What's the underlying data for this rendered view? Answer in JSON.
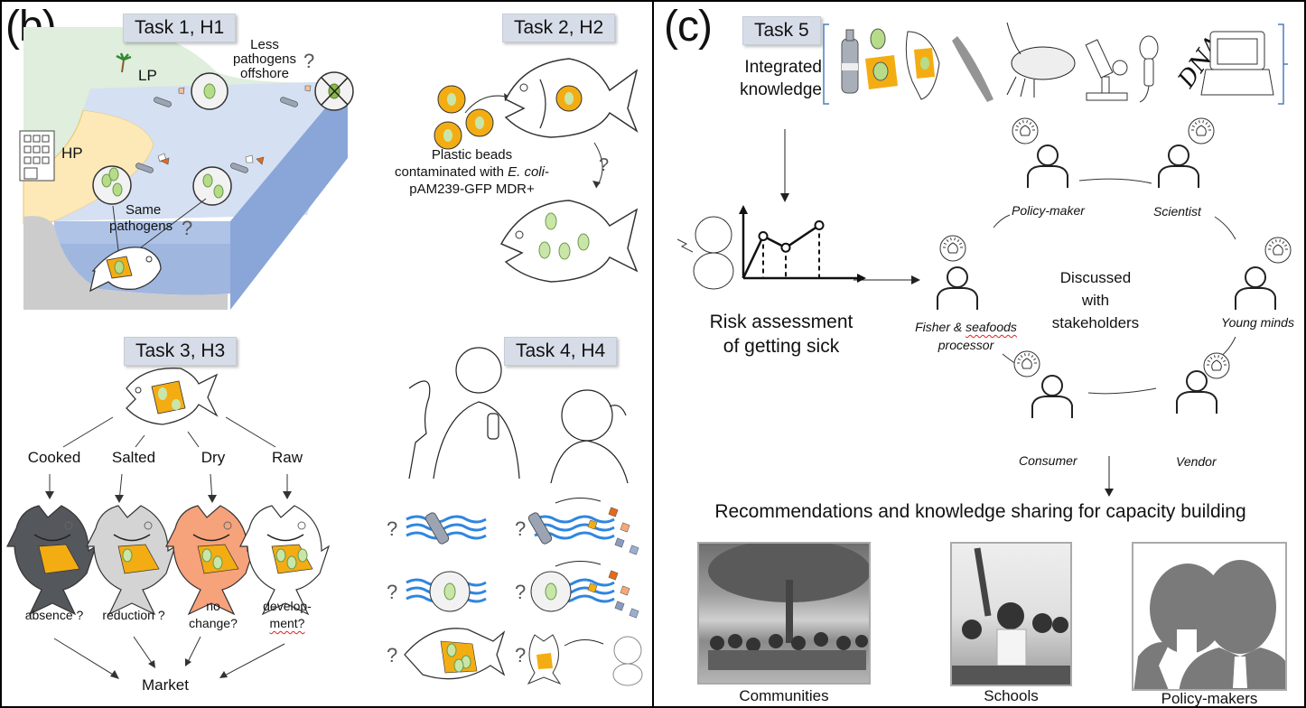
{
  "figure": {
    "panels": [
      {
        "id": "b",
        "label": "(b)"
      },
      {
        "id": "c",
        "label": "(c)"
      }
    ]
  },
  "panel_b": {
    "task1": {
      "title": "Task 1, H1",
      "low_pollution_label": "LP",
      "high_pollution_label": "HP",
      "offshore_note": [
        "Less",
        "pathogens",
        "offshore"
      ],
      "question_mark": "?",
      "same_pathogens_note": [
        "Same",
        "pathogens"
      ],
      "colors": {
        "land": "#dfeedd",
        "sand": "#fde9b8",
        "shallow_water": "#d5e0f2",
        "deep_water": "#9fb7df",
        "sea_side": "#8aa6d8",
        "rock": "#cccccc"
      }
    },
    "task2": {
      "title": "Task 2, H2",
      "caption_line1": "Plastic beads",
      "caption_line2_prefix": "contaminated with ",
      "caption_line2_italic": "E. coli",
      "caption_line2_suffix": "-",
      "caption_line3": "pAM239-GFP MDR+",
      "question_mark": "?",
      "colors": {
        "bead": "#f3ad13",
        "bacteria": "#c9e6a8"
      }
    },
    "task3": {
      "title": "Task 3, H3",
      "treatments": [
        {
          "label": "Cooked",
          "outcome": [
            "absence ?"
          ],
          "fish_color": "#54575c"
        },
        {
          "label": "Salted",
          "outcome": [
            "reduction ?"
          ],
          "fish_color": "#d4d4d4"
        },
        {
          "label": "Dry",
          "outcome": [
            "no",
            "change?"
          ],
          "fish_color": "#f6a27b"
        },
        {
          "label": "Raw",
          "outcome": [
            "develop-",
            "ment?"
          ],
          "fish_color": "#ffffff"
        }
      ],
      "destination": "Market"
    },
    "task4": {
      "title": "Task 4, H4",
      "question_mark": "?",
      "wave_color": "#2f86e0"
    }
  },
  "panel_c": {
    "task5": {
      "title": "Task 5",
      "integrated_knowledge": [
        "Integrated",
        "knowledge"
      ],
      "knowledge_icons": [
        "bottle-icon",
        "bacteria-icon",
        "fish-icon",
        "seaweed-icon",
        "shrimp-icon",
        "microscope-icon",
        "microphone-icon",
        "dna-text-icon",
        "laptop-icon"
      ],
      "dna_text": "DNA"
    },
    "risk": {
      "caption": [
        "Risk assessment",
        "of getting sick"
      ],
      "chart_points": [
        0.62,
        0.45,
        0.78
      ]
    },
    "stakeholders": {
      "center_text": [
        "Discussed",
        "with",
        "stakeholders"
      ],
      "roles": [
        {
          "id": "policy-maker",
          "label": "Policy-maker"
        },
        {
          "id": "scientist",
          "label": "Scientist"
        },
        {
          "id": "young-minds",
          "label": "Young minds"
        },
        {
          "id": "vendor",
          "label": "Vendor"
        },
        {
          "id": "consumer",
          "label": "Consumer"
        },
        {
          "id": "fisher",
          "label_part1": "Fisher & ",
          "label_part2": "seafoods",
          "label_line2": "processor"
        }
      ]
    },
    "recommendations": {
      "heading": "Recommendations and knowledge sharing for capacity building",
      "audiences": [
        {
          "label": "Communities"
        },
        {
          "label": "Schools"
        },
        {
          "label": "Policy-makers"
        }
      ]
    },
    "colors": {
      "bracket": "#4a7fc1",
      "silhouette": "#7a7a7a"
    }
  }
}
